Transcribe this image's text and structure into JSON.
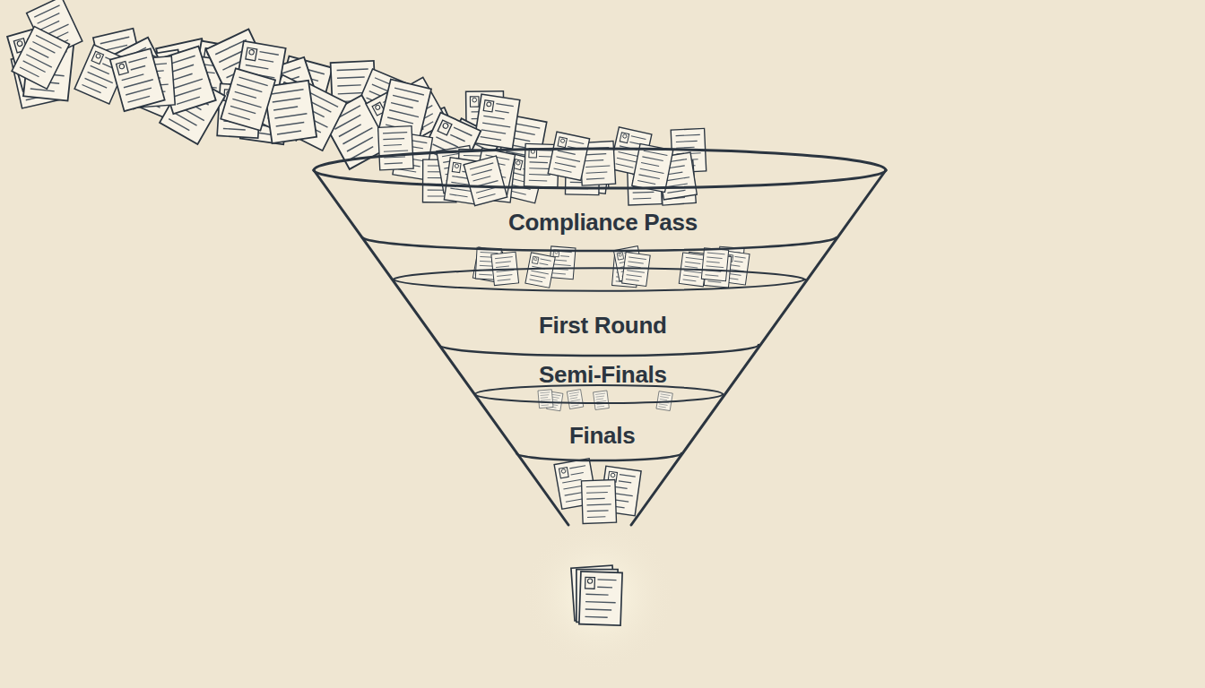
{
  "diagram": {
    "nodes": [
      {
        "text": [
          "Compliance Pass"
        ]
      },
      {
        "text": [
          "First Round"
        ]
      },
      {
        "text": [
          "Semi-Finals"
        ]
      },
      {
        "text": [
          "Finals"
        ]
      }
    ]
  }
}
